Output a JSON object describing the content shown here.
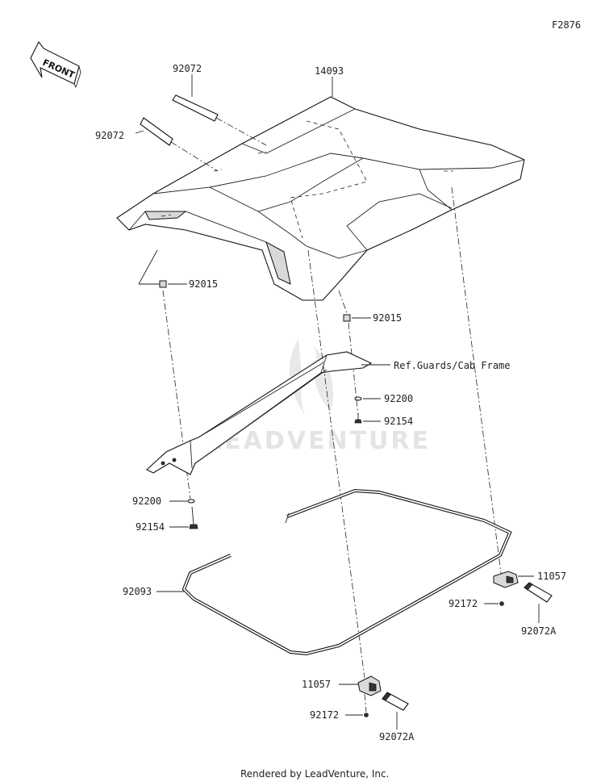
{
  "diagram": {
    "figure_code": "F2876",
    "front_label": "FRONT",
    "watermark": "LEADVENTURE",
    "footer": "Rendered by LeadVenture, Inc.",
    "callouts": {
      "roof_strap_top": "92072",
      "roof_strap_left": "92072",
      "roof_panel": "14093",
      "nut_left": "92015",
      "nut_center": "92015",
      "ref_frame": "Ref.Guards/Cab Frame",
      "washer_right": "92200",
      "bolt_right": "92154",
      "washer_left": "92200",
      "bolt_left": "92154",
      "seal": "92093",
      "clip_right": "11057",
      "screw_right": "92172",
      "strap_right": "92072A",
      "clip_bottom": "11057",
      "screw_bottom": "92172",
      "strap_bottom": "92072A"
    }
  }
}
